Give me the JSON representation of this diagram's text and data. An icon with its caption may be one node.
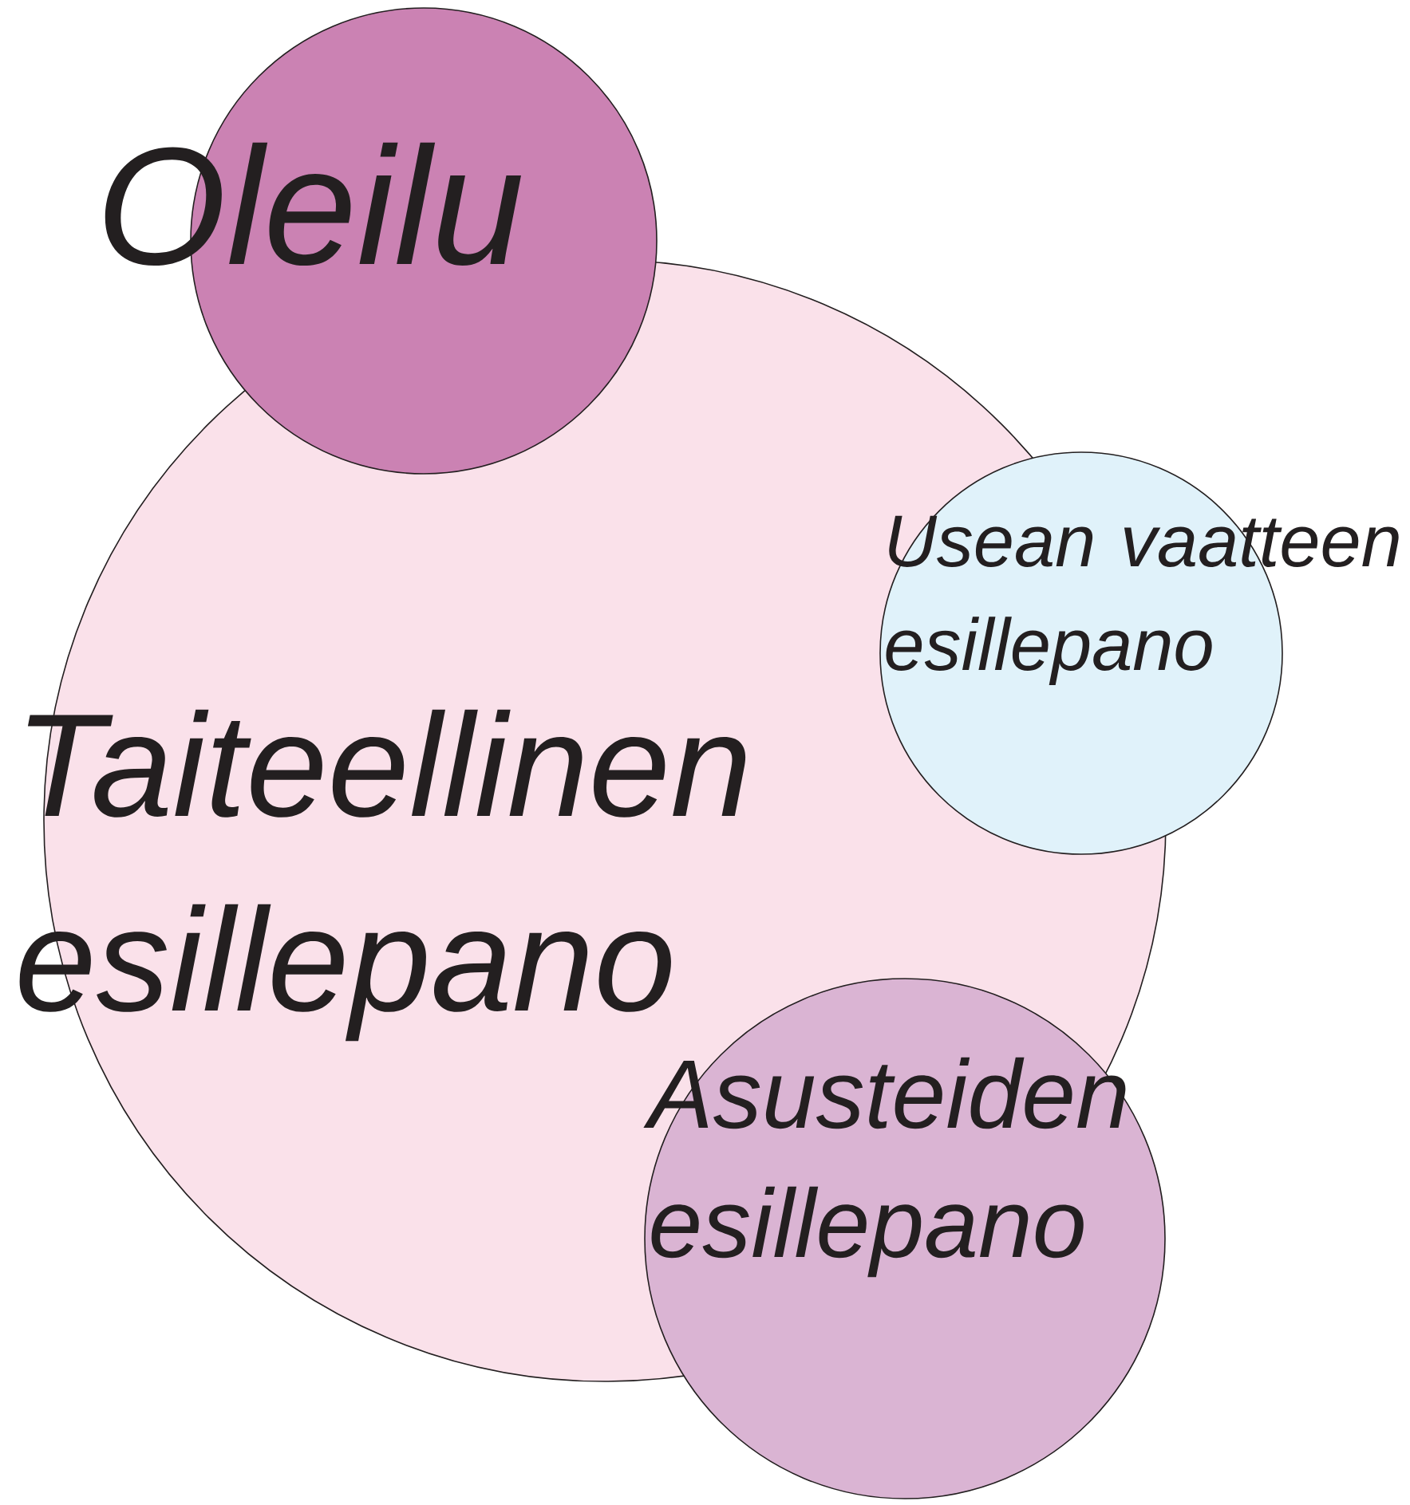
{
  "diagram": {
    "nodes": [
      {
        "text": [
          "Oleilu"
        ]
      },
      {
        "text": [
          "Taiteellinen esillepano"
        ]
      },
      {
        "text": [
          "Usean vaatteen esillepano"
        ]
      },
      {
        "text": [
          "Asusteiden esillepano"
        ]
      }
    ]
  }
}
